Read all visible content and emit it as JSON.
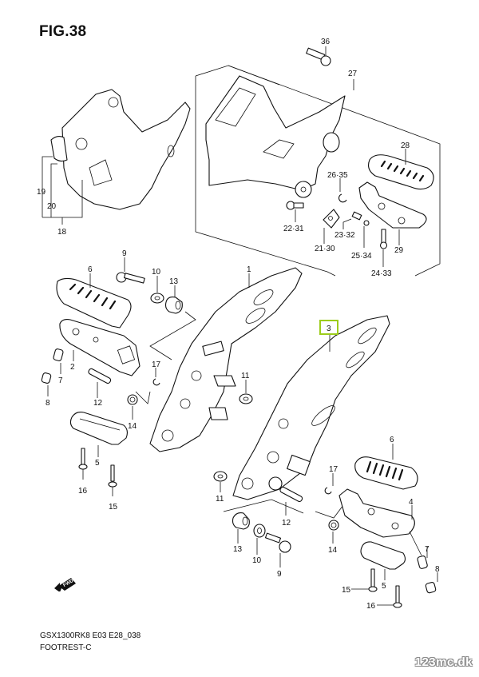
{
  "figure": {
    "title": "FIG.38",
    "model_code": "GSX1300RK8 E03 E28_038",
    "section_name": "FOOTREST-C",
    "watermark": "123mc.dk",
    "fwd_label": "FWD",
    "highlight_color": "#9ccc1a"
  },
  "callouts": {
    "c1": "1",
    "c2": "2",
    "c3": "3",
    "c4": "4",
    "c5a": "5",
    "c5b": "5",
    "c6a": "6",
    "c6b": "6",
    "c7a": "7",
    "c7b": "7",
    "c8a": "8",
    "c8b": "8",
    "c9a": "9",
    "c9b": "9",
    "c10a": "10",
    "c10b": "10",
    "c11a": "11",
    "c11b": "11",
    "c12a": "12",
    "c12b": "12",
    "c13a": "13",
    "c13b": "13",
    "c14a": "14",
    "c14b": "14",
    "c15a": "15",
    "c15b": "15",
    "c16a": "16",
    "c16b": "16",
    "c17a": "17",
    "c17b": "17",
    "c18": "18",
    "c19": "19",
    "c20": "20",
    "c21": "21·30",
    "c22": "22·31",
    "c23": "23·32",
    "c24": "24·33",
    "c25": "25·34",
    "c26": "26·35",
    "c27": "27",
    "c28": "28",
    "c29": "29",
    "c36": "36"
  },
  "highlighted_part": "3"
}
